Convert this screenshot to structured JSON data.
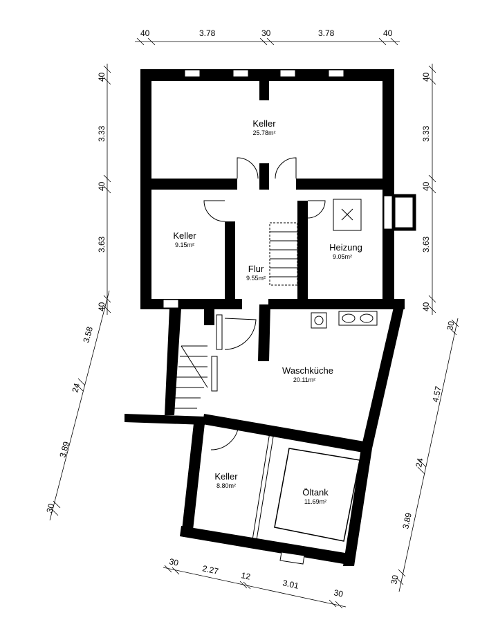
{
  "rooms": [
    {
      "name": "Keller",
      "area": "25.78m²"
    },
    {
      "name": "Keller",
      "area": "9.15m²"
    },
    {
      "name": "Flur",
      "area": "9.55m²"
    },
    {
      "name": "Heizung",
      "area": "9.05m²"
    },
    {
      "name": "Waschküche",
      "area": "20.11m²"
    },
    {
      "name": "Keller",
      "area": "8.80m²"
    },
    {
      "name": "Öltank",
      "area": "11.69m²"
    }
  ],
  "dimensions": {
    "top": [
      "40",
      "3.78",
      "30",
      "3.78",
      "40"
    ],
    "left_upper": [
      "40",
      "3.33",
      "40",
      "3.63",
      "40"
    ],
    "right_upper": [
      "40",
      "3.33",
      "40",
      "3.63",
      "40"
    ],
    "left_lower": [
      "3.58",
      "24",
      "3.89",
      "30"
    ],
    "right_lower": [
      "30",
      "4.57",
      "24",
      "3.89",
      "30"
    ],
    "bottom": [
      "30",
      "2.27",
      "12",
      "3.01",
      "30"
    ]
  }
}
